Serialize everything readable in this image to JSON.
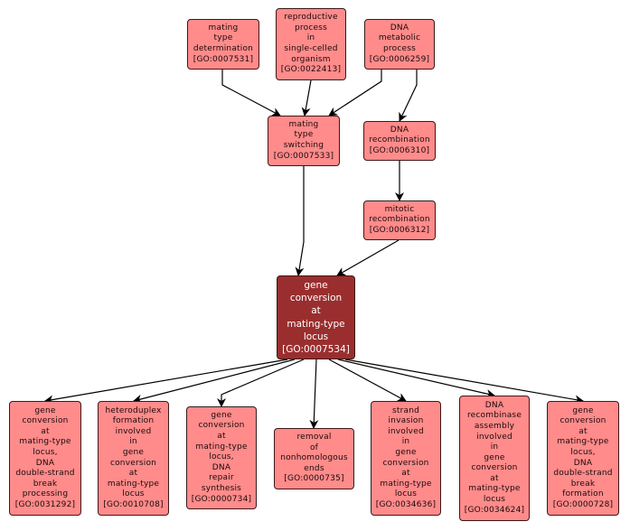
{
  "colors": {
    "node_fill": "#ff8b8b",
    "focus_fill": "#9a2e2e",
    "border": "#3a1a1a",
    "edge": "#000000"
  },
  "nodes": {
    "n7531": {
      "lines": [
        "mating",
        "type",
        "determination"
      ],
      "id": "[GO:0007531]"
    },
    "n22413": {
      "lines": [
        "reproductive",
        "process",
        "in",
        "single-celled",
        "organism"
      ],
      "id": "[GO:0022413]"
    },
    "n6259": {
      "lines": [
        "DNA",
        "metabolic",
        "process"
      ],
      "id": "[GO:0006259]"
    },
    "n7533": {
      "lines": [
        "mating",
        "type",
        "switching"
      ],
      "id": "[GO:0007533]"
    },
    "n6310": {
      "lines": [
        "DNA",
        "recombination"
      ],
      "id": "[GO:0006310]"
    },
    "n6312": {
      "lines": [
        "mitotic",
        "recombination"
      ],
      "id": "[GO:0006312]"
    },
    "n7534": {
      "lines": [
        "gene",
        "conversion",
        "at",
        "mating-type",
        "locus"
      ],
      "id": "[GO:0007534]"
    },
    "n31292": {
      "lines": [
        "gene",
        "conversion",
        "at",
        "mating-type",
        "locus,",
        "DNA",
        "double-strand",
        "break",
        "processing"
      ],
      "id": "[GO:0031292]"
    },
    "n10708": {
      "lines": [
        "heteroduplex",
        "formation",
        "involved",
        "in",
        "gene",
        "conversion",
        "at",
        "mating-type",
        "locus"
      ],
      "id": "[GO:0010708]"
    },
    "n734": {
      "lines": [
        "gene",
        "conversion",
        "at",
        "mating-type",
        "locus,",
        "DNA",
        "repair",
        "synthesis"
      ],
      "id": "[GO:0000734]"
    },
    "n735": {
      "lines": [
        "removal",
        "of",
        "nonhomologous",
        "ends"
      ],
      "id": "[GO:0000735]"
    },
    "n34636": {
      "lines": [
        "strand",
        "invasion",
        "involved",
        "in",
        "gene",
        "conversion",
        "at",
        "mating-type",
        "locus"
      ],
      "id": "[GO:0034636]"
    },
    "n34624": {
      "lines": [
        "DNA",
        "recombinase",
        "assembly",
        "involved",
        "in",
        "gene",
        "conversion",
        "at",
        "mating-type",
        "locus"
      ],
      "id": "[GO:0034624]"
    },
    "n728": {
      "lines": [
        "gene",
        "conversion",
        "at",
        "mating-type",
        "locus,",
        "DNA",
        "double-strand",
        "break",
        "formation"
      ],
      "id": "[GO:0000728]"
    }
  },
  "edges": [
    [
      "n7531",
      "n7533"
    ],
    [
      "n22413",
      "n7533"
    ],
    [
      "n6259",
      "n7533"
    ],
    [
      "n6259",
      "n6310"
    ],
    [
      "n6310",
      "n6312"
    ],
    [
      "n7533",
      "n7534"
    ],
    [
      "n6312",
      "n7534"
    ],
    [
      "n7534",
      "n31292"
    ],
    [
      "n7534",
      "n10708"
    ],
    [
      "n7534",
      "n734"
    ],
    [
      "n7534",
      "n735"
    ],
    [
      "n7534",
      "n34636"
    ],
    [
      "n7534",
      "n34624"
    ],
    [
      "n7534",
      "n728"
    ]
  ]
}
